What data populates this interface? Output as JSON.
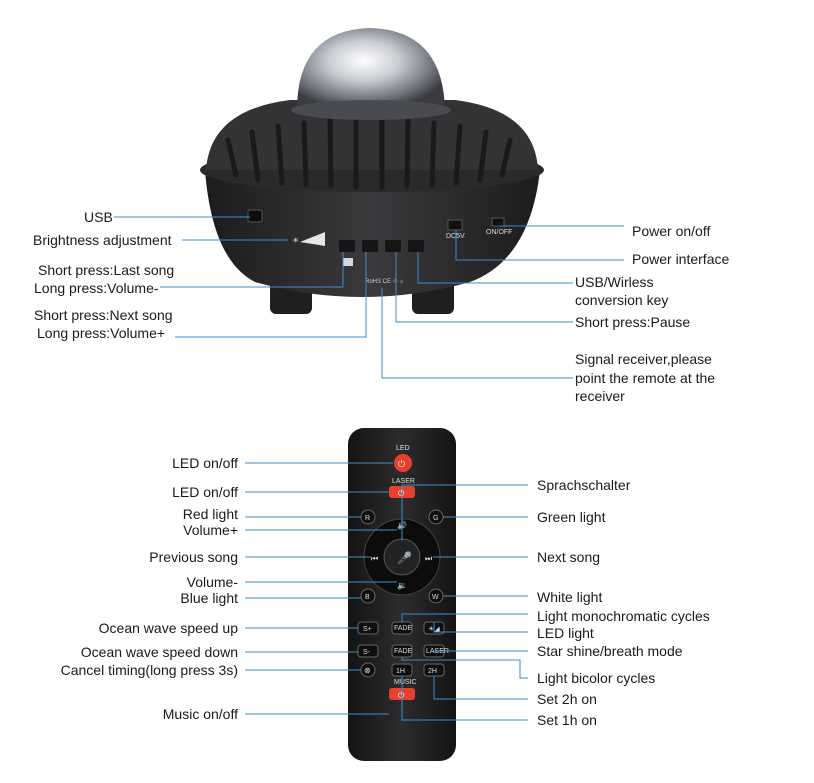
{
  "top_labels": {
    "usb": "USB",
    "brightness": "Brightness adjustment",
    "last_song_1": "Short press:Last song",
    "last_song_2": "Long press:Volume-",
    "next_song_1": "Short press:Next song",
    "next_song_2": "Long press:Volume+",
    "power_onoff": "Power on/off",
    "power_interface": "Power interface",
    "usb_wireless_1": "USB/Wirless",
    "usb_wireless_2": "conversion key",
    "pause": "Short press:Pause",
    "signal_1": "Signal receiver,please",
    "signal_2": "point the remote at the",
    "signal_3": "receiver"
  },
  "remote_labels_left": {
    "led_onoff_1": "LED on/off",
    "led_onoff_2": "LED on/off",
    "red_light": "Red light",
    "volume_plus": "Volume+",
    "previous_song": "Previous song",
    "volume_minus": "Volume-",
    "blue_light": "Blue light",
    "ocean_up": "Ocean wave speed up",
    "ocean_down": "Ocean wave speed down",
    "cancel_timing": "Cancel timing(long press 3s)",
    "music_onoff": "Music on/off"
  },
  "remote_labels_right": {
    "sprachschalter": "Sprachschalter",
    "green_light": "Green light",
    "next_song": "Next song",
    "white_light": "White light",
    "mono_cycles": "Light monochromatic cycles",
    "led_light": "LED light",
    "star_shine": "Star shine/breath mode",
    "bicolor": "Light bicolor cycles",
    "set_2h": "Set 2h on",
    "set_1h": "Set 1h on"
  },
  "device_marks": {
    "dc5v": "DC5V",
    "on_off": "ON/OFF"
  },
  "remote_buttons": {
    "led": "LED",
    "laser": "LASER",
    "r": "R",
    "g": "G",
    "b": "B",
    "w": "W",
    "s_plus": "S+",
    "s_minus": "S-",
    "fade1": "FADE",
    "fade2": "FADE",
    "laser_light": "LASER",
    "h1": "1H",
    "h2": "2H",
    "music": "MUSIC"
  },
  "colors": {
    "leader_line": "#3b8fc7",
    "power_button": "#e8402f",
    "device_body": "#2b2b2d",
    "remote_body": "#1e1e1f"
  }
}
